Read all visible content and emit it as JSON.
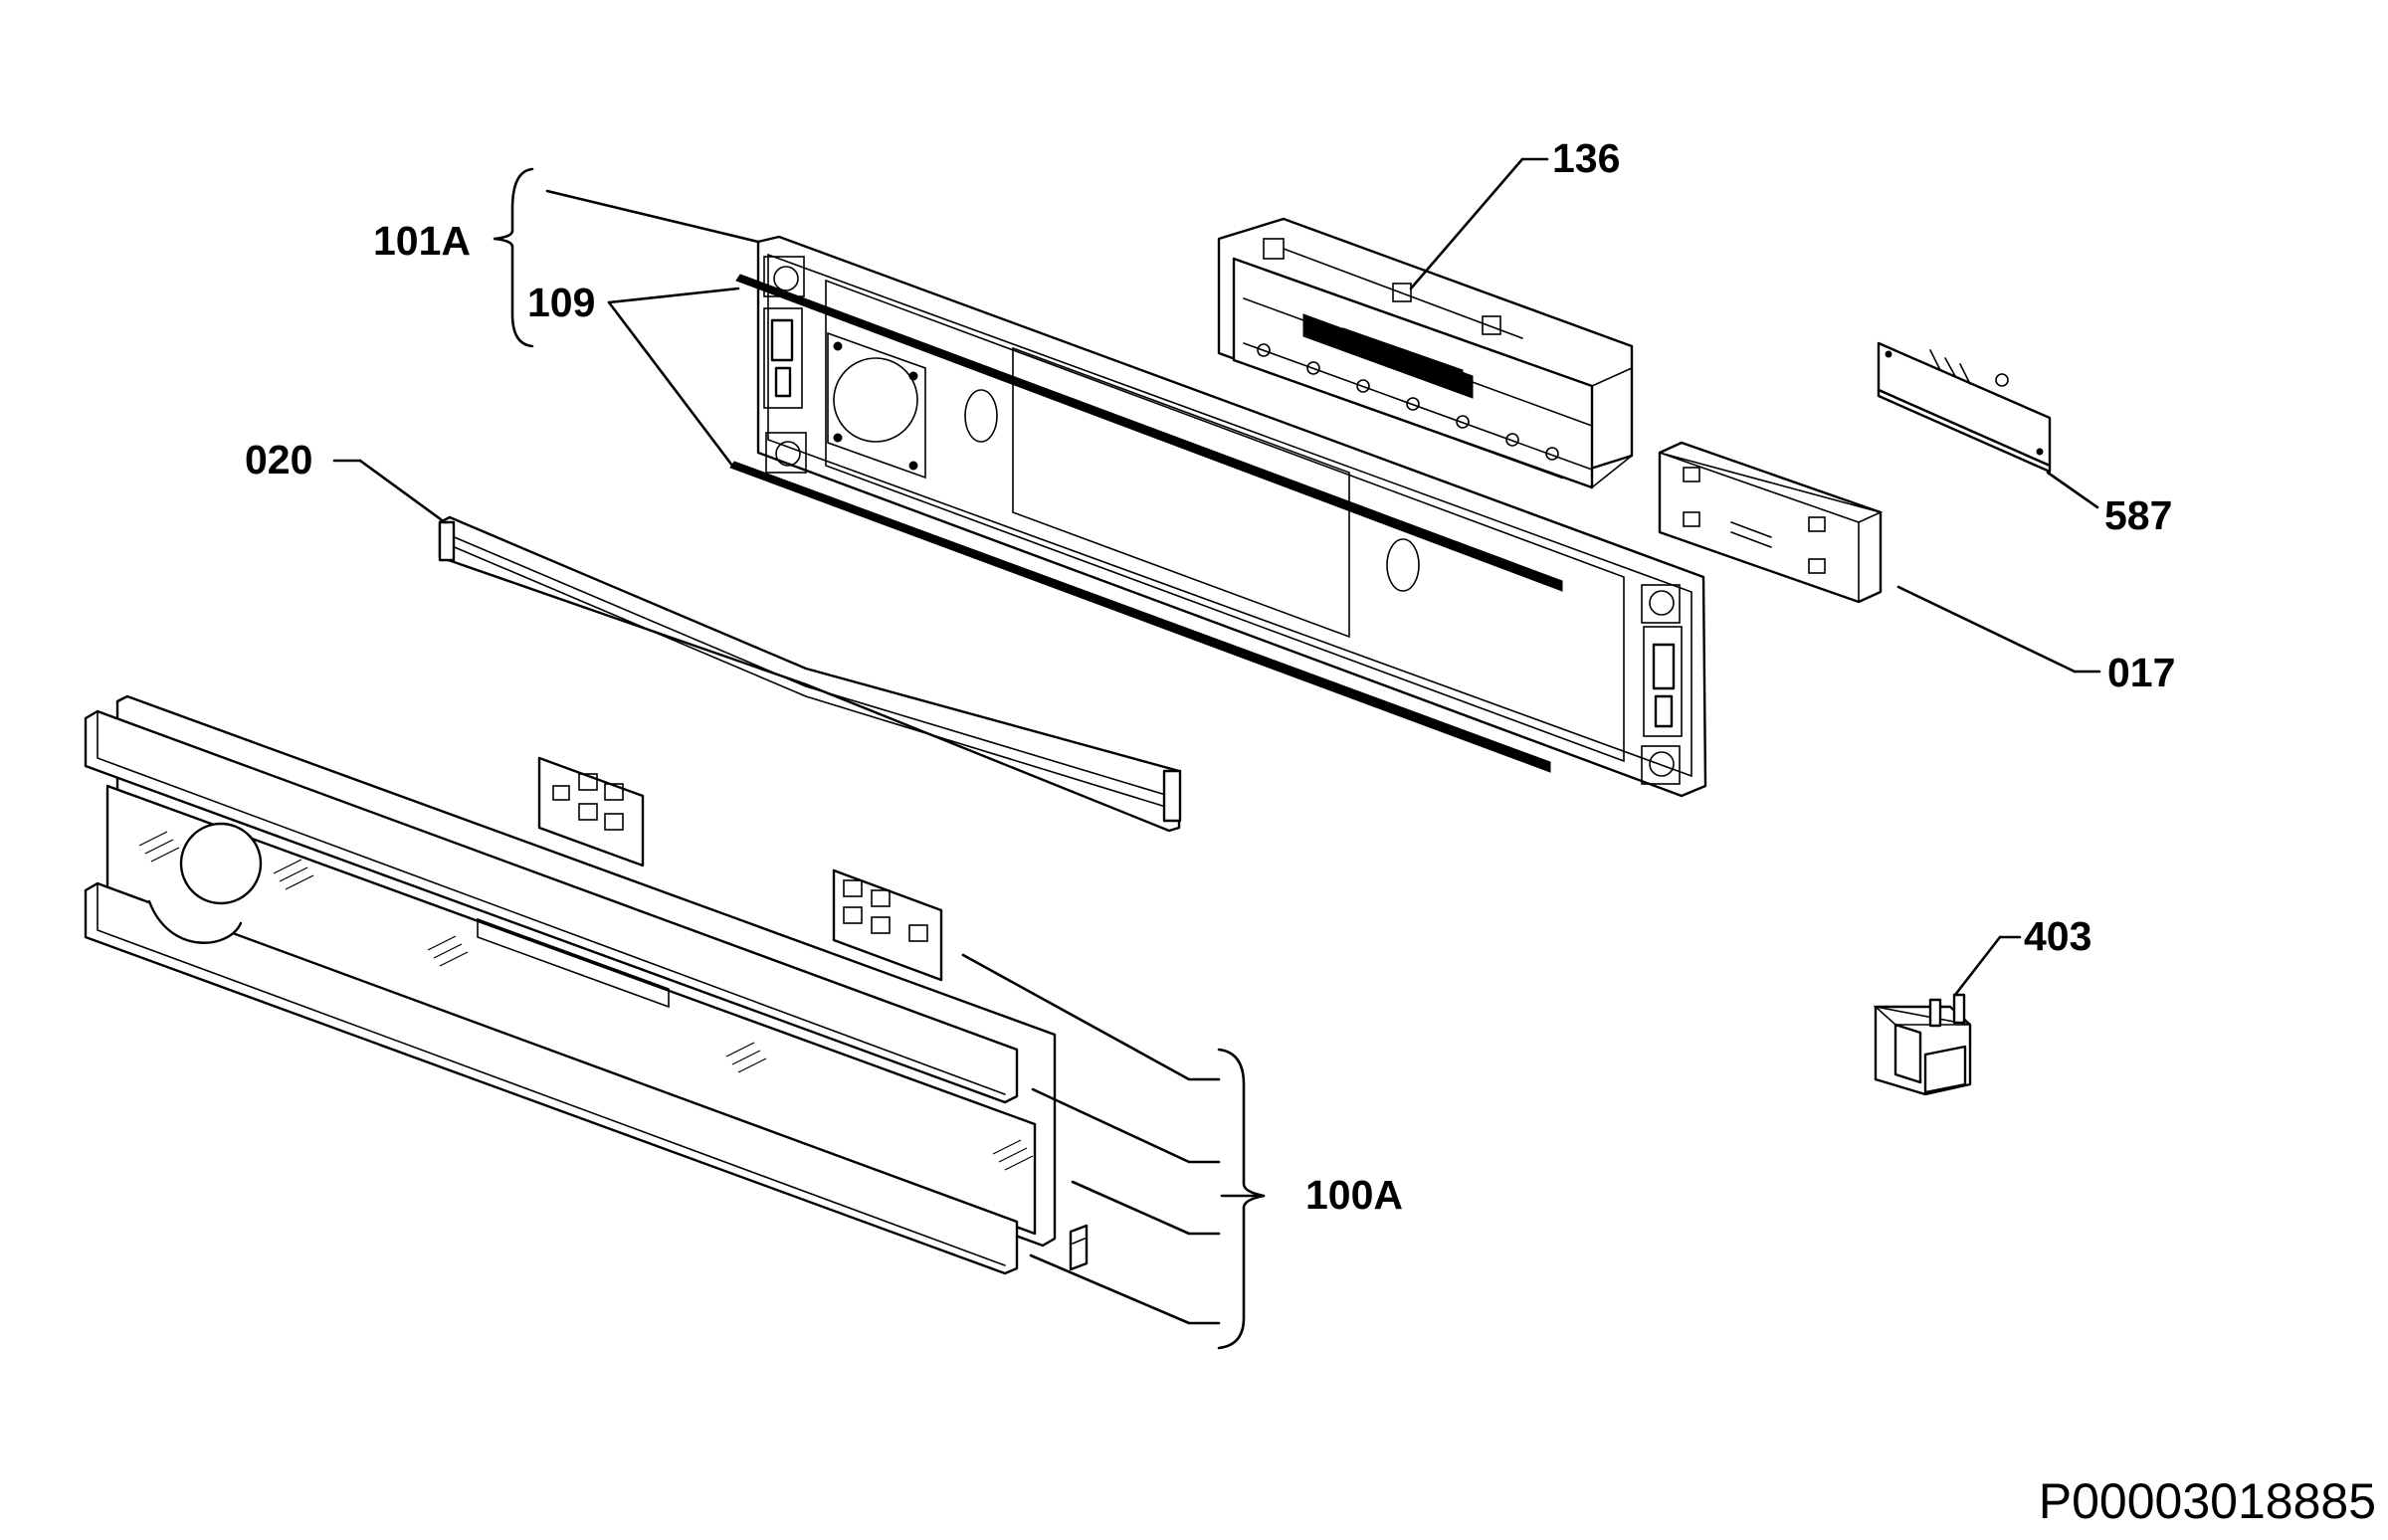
{
  "labels": {
    "p101A": "101A",
    "p109": "109",
    "p136": "136",
    "p587": "587",
    "p017": "017",
    "p020": "020",
    "p403": "403",
    "p100A": "100A"
  },
  "drawing_code": "P00003018885"
}
